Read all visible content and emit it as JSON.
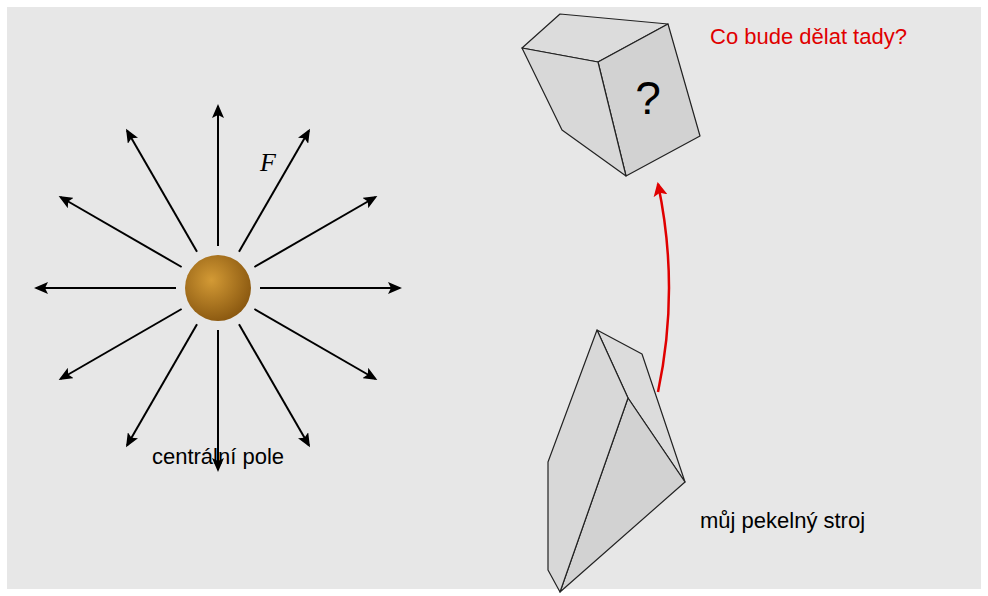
{
  "diagram": {
    "nodes": [
      {
        "text": [
          "centrální pole"
        ]
      },
      {
        "text": [
          "?",
          "Co bude dělat tady?"
        ]
      },
      {
        "text": [
          "můj pekelný stroj"
        ]
      }
    ],
    "edges": [
      {
        "from": 2,
        "to": 1,
        "arrow": "to"
      }
    ],
    "labels": [
      "F"
    ]
  }
}
